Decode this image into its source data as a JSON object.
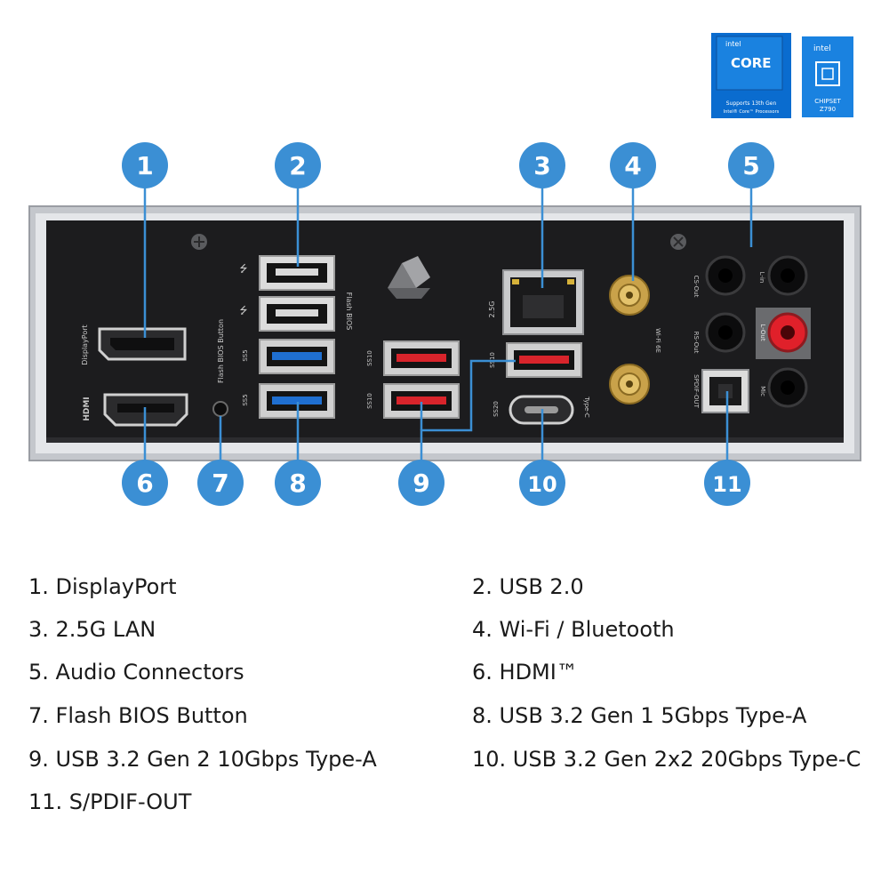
{
  "badges": [
    {
      "brand": "intel",
      "word": "CORE",
      "sub1": "Supports 13th Gen",
      "sub2": "Intel® Core™ Processors"
    },
    {
      "brand": "intel",
      "word": "CHIPSET",
      "sub1": "Z790"
    }
  ],
  "callout_numbers": [
    "1",
    "2",
    "3",
    "4",
    "5",
    "6",
    "7",
    "8",
    "9",
    "10",
    "11"
  ],
  "panel_labels": {
    "displayport": "DisplayPort",
    "hdmi": "HDMI",
    "flash_bios_button": "Flash BIOS Button",
    "flash_bios": "Flash BIOS",
    "lan_speed": "2.5G",
    "typec": "Type-C",
    "wifi": "Wi-Fi 6E",
    "cs_out": "CS-Out",
    "rs_out": "RS-Out",
    "line_in": "L-in",
    "line_out": "L-Out",
    "mic": "Mic",
    "spdif_out": "SPDIF-OUT",
    "ss5": "SS5",
    "ss10": "SS10",
    "ss20": "SS20"
  },
  "legend": [
    "1. DisplayPort",
    "2. USB 2.0",
    "3. 2.5G LAN",
    "4. Wi-Fi / Bluetooth",
    "5. Audio Connectors",
    "6. HDMI™",
    "7. Flash BIOS Button",
    "8. USB 3.2 Gen 1 5Gbps Type-A",
    "9. USB 3.2 Gen 2 10Gbps Type-A",
    "10. USB 3.2 Gen 2x2 20Gbps Type-C",
    "11. S/PDIF-OUT"
  ],
  "colors": {
    "callout": "#3b8fd4",
    "panel": "#1c1c1e",
    "frame": "#b9bcc1",
    "usb2": "#e8e8e8",
    "usb5": "#1f6fd0",
    "usb10": "#d8242b",
    "audio_pink": "#e0202a",
    "antenna": "#c9a24a",
    "intel_blue": "#0a6ccf"
  }
}
